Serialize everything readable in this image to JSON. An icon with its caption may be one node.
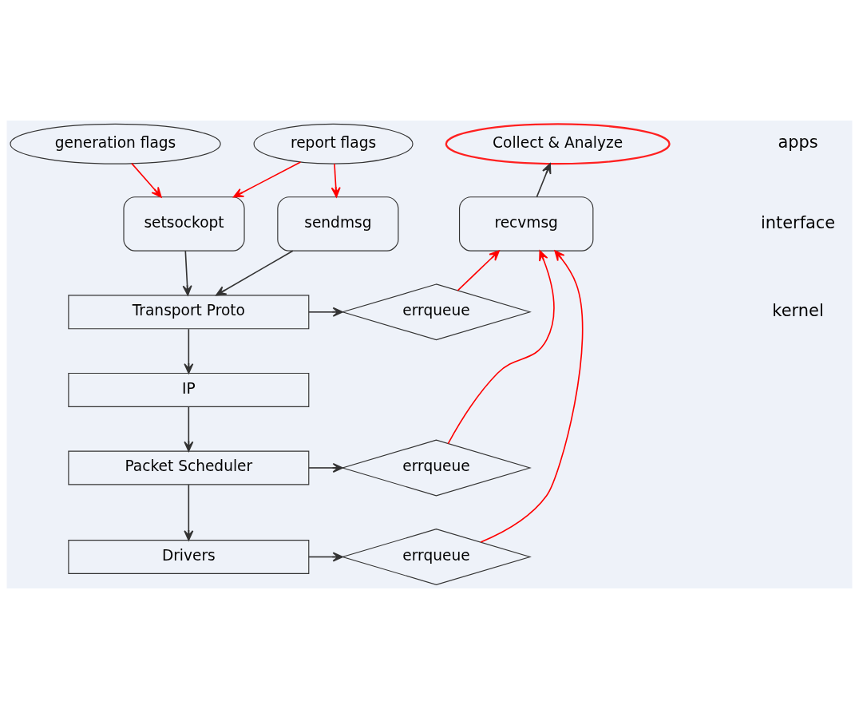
{
  "diagram": {
    "nodes": [
      {
        "text": [
          "generation flags"
        ]
      },
      {
        "text": [
          "report flags"
        ]
      },
      {
        "text": [
          "Collect & Analyze"
        ]
      },
      {
        "text": [
          "setsockopt"
        ]
      },
      {
        "text": [
          "sendmsg"
        ]
      },
      {
        "text": [
          "recvmsg"
        ]
      },
      {
        "text": [
          "Transport Proto"
        ]
      },
      {
        "text": [
          "IP"
        ]
      },
      {
        "text": [
          "Packet Scheduler"
        ]
      },
      {
        "text": [
          "Drivers"
        ]
      },
      {
        "text": [
          "errqueue"
        ]
      },
      {
        "text": [
          "errqueue"
        ]
      },
      {
        "text": [
          "errqueue"
        ]
      }
    ],
    "edges": [
      {
        "from": 0,
        "to": 3,
        "arrow": "to",
        "color": "#ff0000"
      },
      {
        "from": 1,
        "to": 3,
        "arrow": "to",
        "color": "#ff0000"
      },
      {
        "from": 1,
        "to": 4,
        "arrow": "to",
        "color": "#ff0000"
      },
      {
        "from": 5,
        "to": 2,
        "arrow": "to"
      },
      {
        "from": 3,
        "to": 6,
        "arrow": "to"
      },
      {
        "from": 4,
        "to": 6,
        "arrow": "to"
      },
      {
        "from": 6,
        "to": 7,
        "arrow": "to"
      },
      {
        "from": 7,
        "to": 8,
        "arrow": "to"
      },
      {
        "from": 8,
        "to": 9,
        "arrow": "to"
      },
      {
        "from": 6,
        "to": 10,
        "arrow": "to"
      },
      {
        "from": 8,
        "to": 11,
        "arrow": "to"
      },
      {
        "from": 9,
        "to": 12,
        "arrow": "to"
      },
      {
        "from": 10,
        "to": 5,
        "arrow": "to",
        "color": "#ff0000"
      },
      {
        "from": 11,
        "to": 5,
        "arrow": "to",
        "color": "#ff0000"
      },
      {
        "from": 12,
        "to": 5,
        "arrow": "to",
        "color": "#ff0000"
      }
    ],
    "labels": [
      "apps",
      "interface",
      "kernel"
    ]
  }
}
